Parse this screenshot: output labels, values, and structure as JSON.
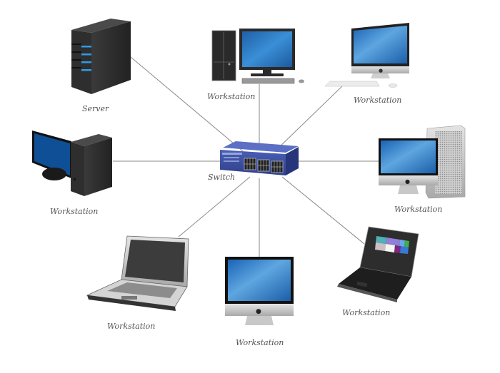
{
  "diagram": {
    "type": "star-network-topology",
    "colors": {
      "link": "#8a8a8a",
      "switch_body": "#3a4fa0",
      "screen_blue": "#2f7fc8",
      "dark_case": "#2c2c2c",
      "server_led": "#2f9be8"
    },
    "hub": {
      "id": "switch",
      "label": "Switch",
      "icon": "network-switch-icon"
    },
    "nodes": [
      {
        "id": "server",
        "label": "Server",
        "icon": "server-tower-icon"
      },
      {
        "id": "ws-top",
        "label": "Workstation",
        "icon": "desktop-pc-icon"
      },
      {
        "id": "ws-top-right",
        "label": "Workstation",
        "icon": "imac-keyboard-icon"
      },
      {
        "id": "ws-right",
        "label": "Workstation",
        "icon": "imac-mac-pro-icon"
      },
      {
        "id": "ws-bottom-right",
        "label": "Workstation",
        "icon": "tablet-laptop-icon"
      },
      {
        "id": "ws-bottom",
        "label": "Workstation",
        "icon": "imac-icon"
      },
      {
        "id": "ws-bottom-left",
        "label": "Workstation",
        "icon": "laptop-icon"
      },
      {
        "id": "ws-left",
        "label": "Workstation",
        "icon": "monitor-tower-icon"
      }
    ],
    "edges": [
      [
        "switch",
        "server"
      ],
      [
        "switch",
        "ws-top"
      ],
      [
        "switch",
        "ws-top-right"
      ],
      [
        "switch",
        "ws-right"
      ],
      [
        "switch",
        "ws-bottom-right"
      ],
      [
        "switch",
        "ws-bottom"
      ],
      [
        "switch",
        "ws-bottom-left"
      ],
      [
        "switch",
        "ws-left"
      ]
    ]
  }
}
